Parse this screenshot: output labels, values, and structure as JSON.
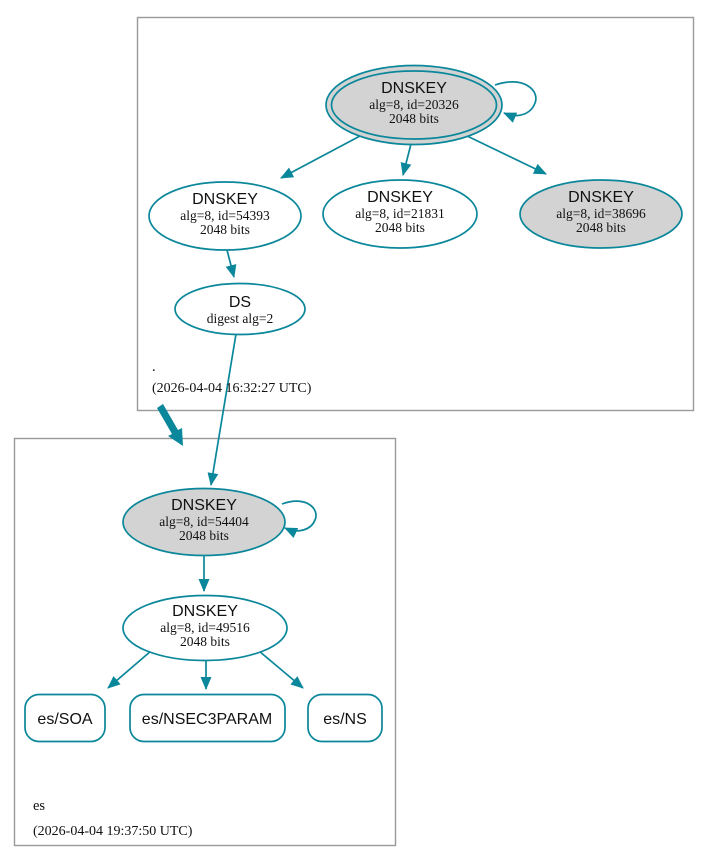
{
  "colors": {
    "secure_teal": "#0a879a",
    "node_fill_gray": "#d3d3d3",
    "box_border": "#9a9a9a"
  },
  "zones": {
    "root": {
      "name": ".",
      "timestamp": "(2026-04-04 16:32:27 UTC)",
      "nodes": {
        "ksk": {
          "title": "DNSKEY",
          "detail": "alg=8, id=20326",
          "bits": "2048 bits"
        },
        "zsk1": {
          "title": "DNSKEY",
          "detail": "alg=8, id=54393",
          "bits": "2048 bits"
        },
        "zsk2": {
          "title": "DNSKEY",
          "detail": "alg=8, id=21831",
          "bits": "2048 bits"
        },
        "key3": {
          "title": "DNSKEY",
          "detail": "alg=8, id=38696",
          "bits": "2048 bits"
        },
        "ds": {
          "title": "DS",
          "detail": "digest alg=2"
        }
      }
    },
    "es": {
      "name": "es",
      "timestamp": "(2026-04-04 19:37:50 UTC)",
      "nodes": {
        "ksk": {
          "title": "DNSKEY",
          "detail": "alg=8, id=54404",
          "bits": "2048 bits"
        },
        "zsk": {
          "title": "DNSKEY",
          "detail": "alg=8, id=49516",
          "bits": "2048 bits"
        },
        "rrset_soa": {
          "label": "es/SOA"
        },
        "rrset_nsec3param": {
          "label": "es/NSEC3PARAM"
        },
        "rrset_ns": {
          "label": "es/NS"
        }
      }
    }
  }
}
